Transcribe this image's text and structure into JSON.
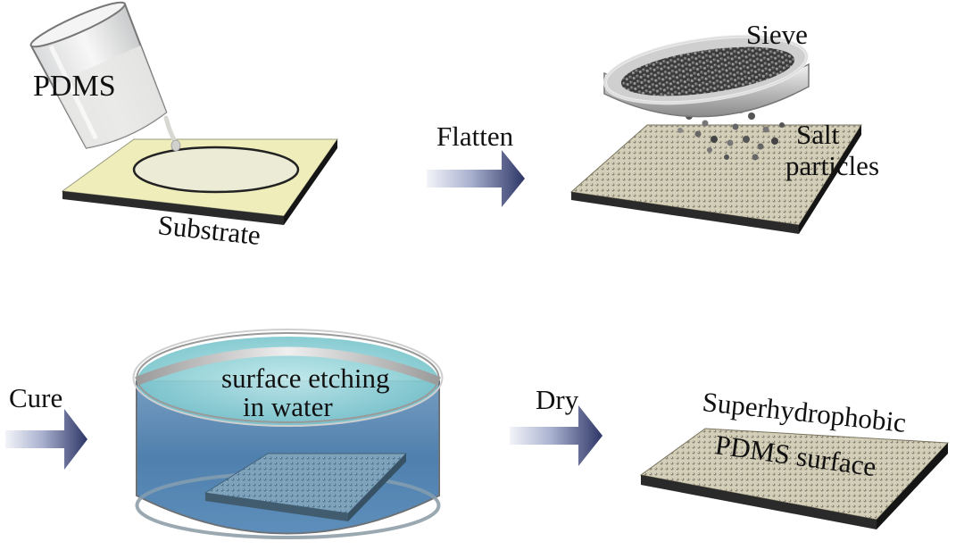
{
  "labels": {
    "pdms": "PDMS",
    "substrate": "Substrate",
    "flatten": "Flatten",
    "sieve": "Sieve",
    "salt_line1": "Salt",
    "salt_line2": "particles",
    "cure": "Cure",
    "etch_line1": "surface etching",
    "etch_line2": "in water",
    "dry": "Dry",
    "result_line1": "Superhydrophobic",
    "result_line2": "PDMS surface"
  },
  "colors": {
    "substrate_top": "#efeebb",
    "substrate_side": "#151515",
    "textured_top": "#d8d3bc",
    "arrow_light": "#f1f3f8",
    "arrow_dark": "#2d3566",
    "water": "#7ecbd2",
    "tank_wall": "#3d6a94"
  },
  "icons": {
    "pour": "beaker-icon",
    "sieve": "sieve-icon",
    "arrow": "process-arrow-icon",
    "tank": "water-tank-icon"
  }
}
